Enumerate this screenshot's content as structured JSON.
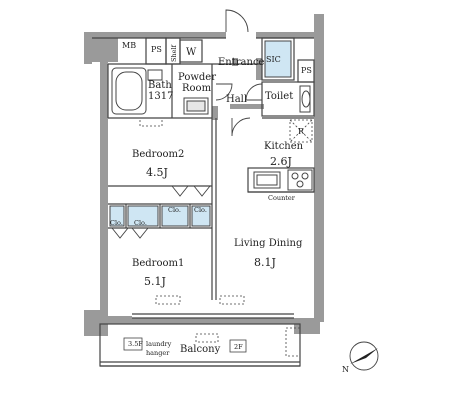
{
  "rooms": {
    "mb": "MB",
    "ps_top": "PS",
    "shelf": "Shelf",
    "w": "W",
    "entrance": "Entrance",
    "sic": "SIC",
    "ps_right": "PS",
    "bath": "Bath",
    "bath_size": "1317",
    "powder": "Powder",
    "powder_room": "Room",
    "hall": "Hall",
    "toilet": "Toilet",
    "r": "R",
    "kitchen": "Kitchen",
    "kitchen_size": "2.6J",
    "bedroom2": "Bedroom2",
    "bedroom2_size": "4.5J",
    "clo_b2a": "Clo.",
    "clo_b2b": "Clo.",
    "counter": "Counter",
    "clo_b1a": "Clo.",
    "clo_b1b": "Clo.",
    "living_dining": "Living Dining",
    "living_dining_size": "8.1J",
    "bedroom1": "Bedroom1",
    "bedroom1_size": "5.1J",
    "balcony": "Balcony",
    "laundry_tag": "3.5F",
    "laundry1": "laundry",
    "laundry2": "hanger",
    "fire_tag": "2F"
  },
  "compass": {
    "label": "N"
  },
  "colors": {
    "wall": "#9a9a9a",
    "fixture": "#cfe6f3",
    "line": "#444444"
  }
}
